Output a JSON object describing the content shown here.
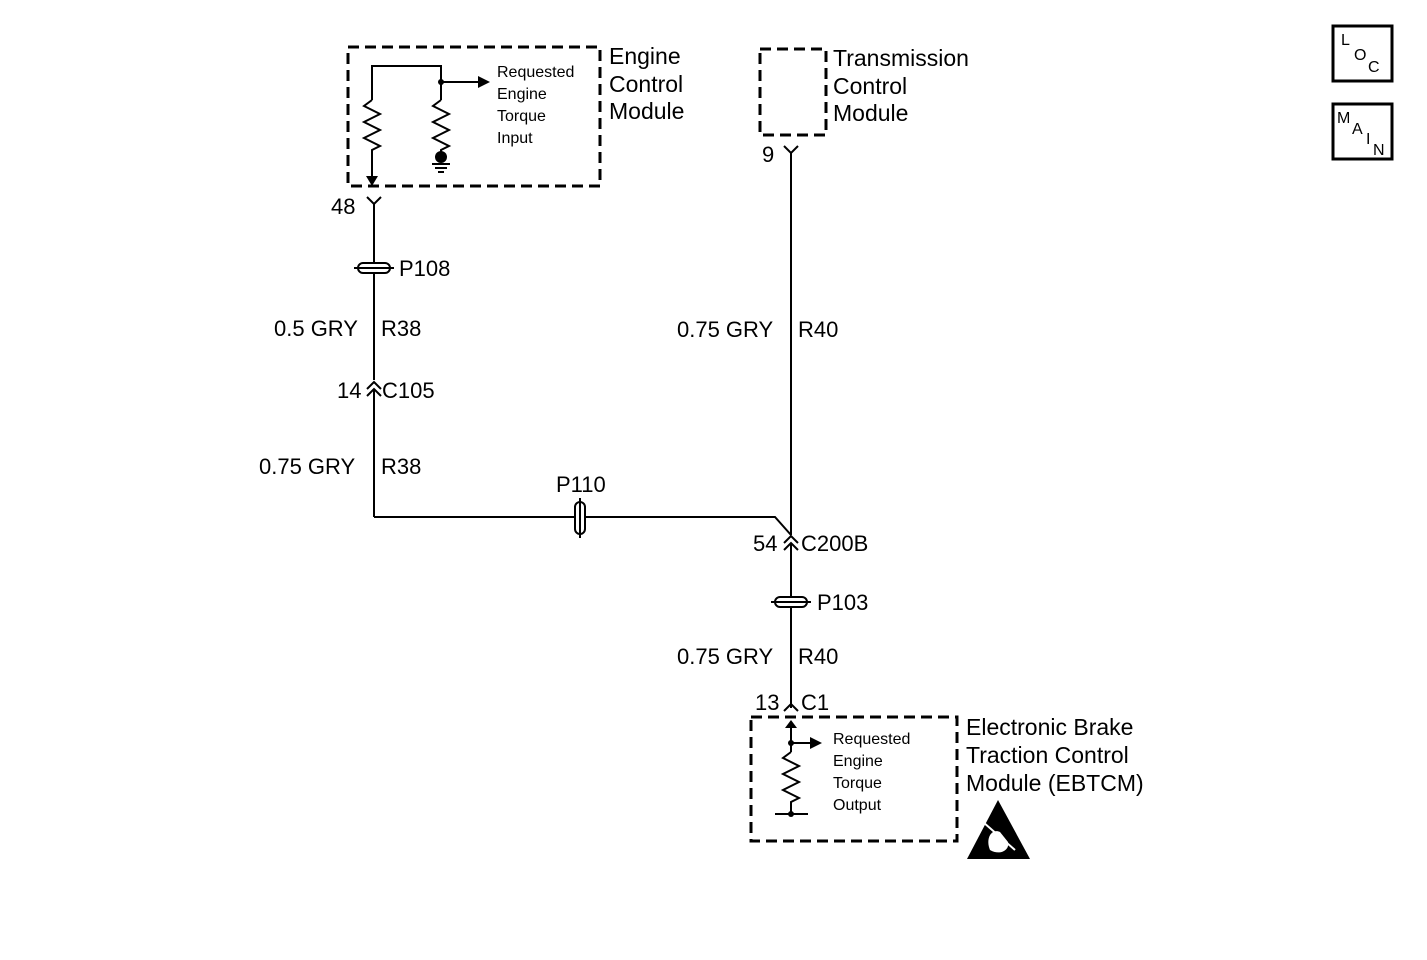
{
  "modules": {
    "ecm": {
      "line1": "Engine",
      "line2": "Control",
      "line3": "Module"
    },
    "tcm": {
      "line1": "Transmission",
      "line2": "Control",
      "line3": "Module"
    },
    "ebtcm": {
      "line1": "Electronic Brake",
      "line2": "Traction Control",
      "line3": "Module (EBTCM)"
    }
  },
  "internal": {
    "ecm_input": {
      "line1": "Requested",
      "line2": "Engine",
      "line3": "Torque",
      "line4": "Input"
    },
    "ebtcm_output": {
      "line1": "Requested",
      "line2": "Engine",
      "line3": "Torque",
      "line4": "Output"
    }
  },
  "pins": {
    "ecm_pin": "48",
    "tcm_pin": "9",
    "c105_pin": "14",
    "c200b_pin": "54",
    "c1_pin": "13"
  },
  "connectors": {
    "c105": "C105",
    "c200b": "C200B",
    "c1": "C1"
  },
  "splices": {
    "p108": "P108",
    "p110": "P110",
    "p103": "P103"
  },
  "wires": {
    "ecm_to_c105": {
      "gauge_color": "0.5 GRY",
      "circuit": "R38"
    },
    "c105_to_p110": {
      "gauge_color": "0.75 GRY",
      "circuit": "R38"
    },
    "tcm_to_c200b": {
      "gauge_color": "0.75 GRY",
      "circuit": "R40"
    },
    "c200b_to_ebtcm": {
      "gauge_color": "0.75 GRY",
      "circuit": "R40"
    }
  },
  "nav_buttons": {
    "loc": {
      "l1": "L",
      "l2": "O",
      "l3": "C"
    },
    "main": {
      "l1": "M",
      "l2": "A",
      "l3": "I",
      "l4": "N"
    }
  }
}
